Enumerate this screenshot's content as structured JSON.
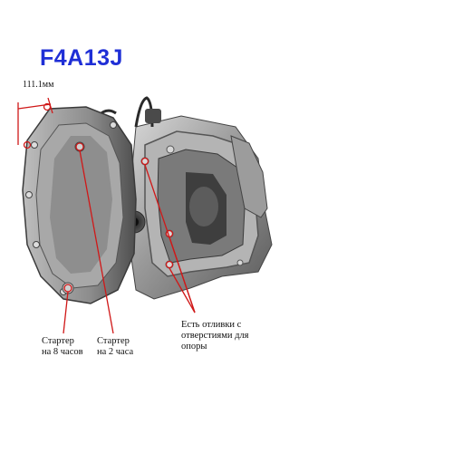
{
  "title": "F4A13J",
  "dimension_label": "111.1мм",
  "annotations": {
    "starter_8": "Стартер\nна 8 часов",
    "starter_2": "Стартер\nна 2 часа",
    "castings": "Есть отливки с\nотверстиями для\nопоры"
  },
  "colors": {
    "title": "#1f2fd6",
    "marker": "#d01818",
    "metal_dark": "#3a3a3a",
    "metal_mid": "#8a8a8a",
    "metal_light": "#cfcfcf"
  }
}
